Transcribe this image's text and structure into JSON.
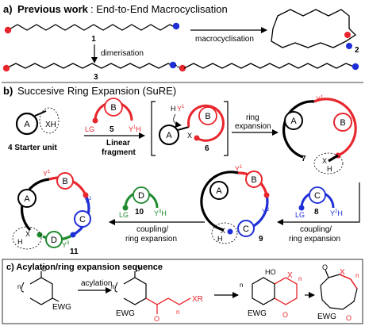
{
  "section_a": {
    "letter": "a)",
    "heading_bold": "Previous work",
    "heading_rest": ": End-to-End Macrocyclisation",
    "cmpd1": "1",
    "cmpd2": "2",
    "cmpd3": "3",
    "dimerisation": "dimerisation",
    "macrocyclisation": "macrocyclisation"
  },
  "section_b": {
    "letter": "b)",
    "heading": "Succesive Ring Expansion (SuRE)",
    "ring_A": "A",
    "ring_B": "B",
    "ring_C": "C",
    "ring_D": "D",
    "XH": "XH",
    "X": "X",
    "H": "H",
    "LG": "LG",
    "Y1": "Y",
    "Y1_sup": "1",
    "Y1H": "Y",
    "Y1H_sup": "1",
    "Y1H_tail": "H",
    "H_Y1": "H",
    "Y2": "Y",
    "Y2_sup": "2",
    "Y2H_tail": "H",
    "Y3": "Y",
    "Y3_sup": "3",
    "Y3H_tail": "H",
    "starter": "4 Starter unit",
    "cmpd5": "5",
    "linear": "Linear",
    "fragment": "fragment",
    "cmpd6": "6",
    "cmpd7": "7",
    "cmpd8": "8",
    "cmpd9": "9",
    "cmpd10": "10",
    "cmpd11": "11",
    "ring_exp_1": "ring",
    "ring_exp_2": "expansion",
    "coupling": "coupling/",
    "ring_expansion": "ring expansion"
  },
  "section_c": {
    "heading": "c) Acylation/ring expansion sequence",
    "acylation": "acylation",
    "EWG": "EWG",
    "O": "O",
    "HO": "HO",
    "X": "X",
    "XR": "XR",
    "n": "n"
  },
  "colors": {
    "red": "#e8262d",
    "blue": "#1f2fd6",
    "green": "#1e8a2e",
    "black": "#000000"
  }
}
